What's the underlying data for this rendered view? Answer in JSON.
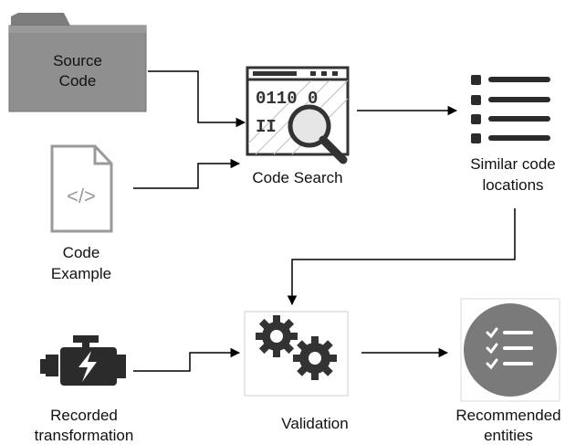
{
  "nodes": {
    "source_code": {
      "line1": "Source",
      "line2": "Code"
    },
    "code_example": {
      "line1": "Code",
      "line2": "Example",
      "icon_glyph": "</>"
    },
    "code_search": {
      "label": "Code Search",
      "binary_row1": "0110 0",
      "binary_row2": "II"
    },
    "similar_locations": {
      "line1": "Similar code",
      "line2": "locations"
    },
    "recorded_transformation": {
      "line1": "Recorded",
      "line2": "transformation"
    },
    "validation": {
      "label": "Validation"
    },
    "recommended_entities": {
      "line1": "Recommended",
      "line2": "entities"
    }
  },
  "icons": [
    "folder-icon",
    "code-file-icon",
    "code-search-icon",
    "list-icon",
    "engine-icon",
    "gears-icon",
    "checklist-icon"
  ],
  "colors": {
    "arrow": "#000000",
    "folder": "#8a8a8a",
    "icon_dark": "#2b2b2b",
    "circle": "#7a7a7a"
  }
}
